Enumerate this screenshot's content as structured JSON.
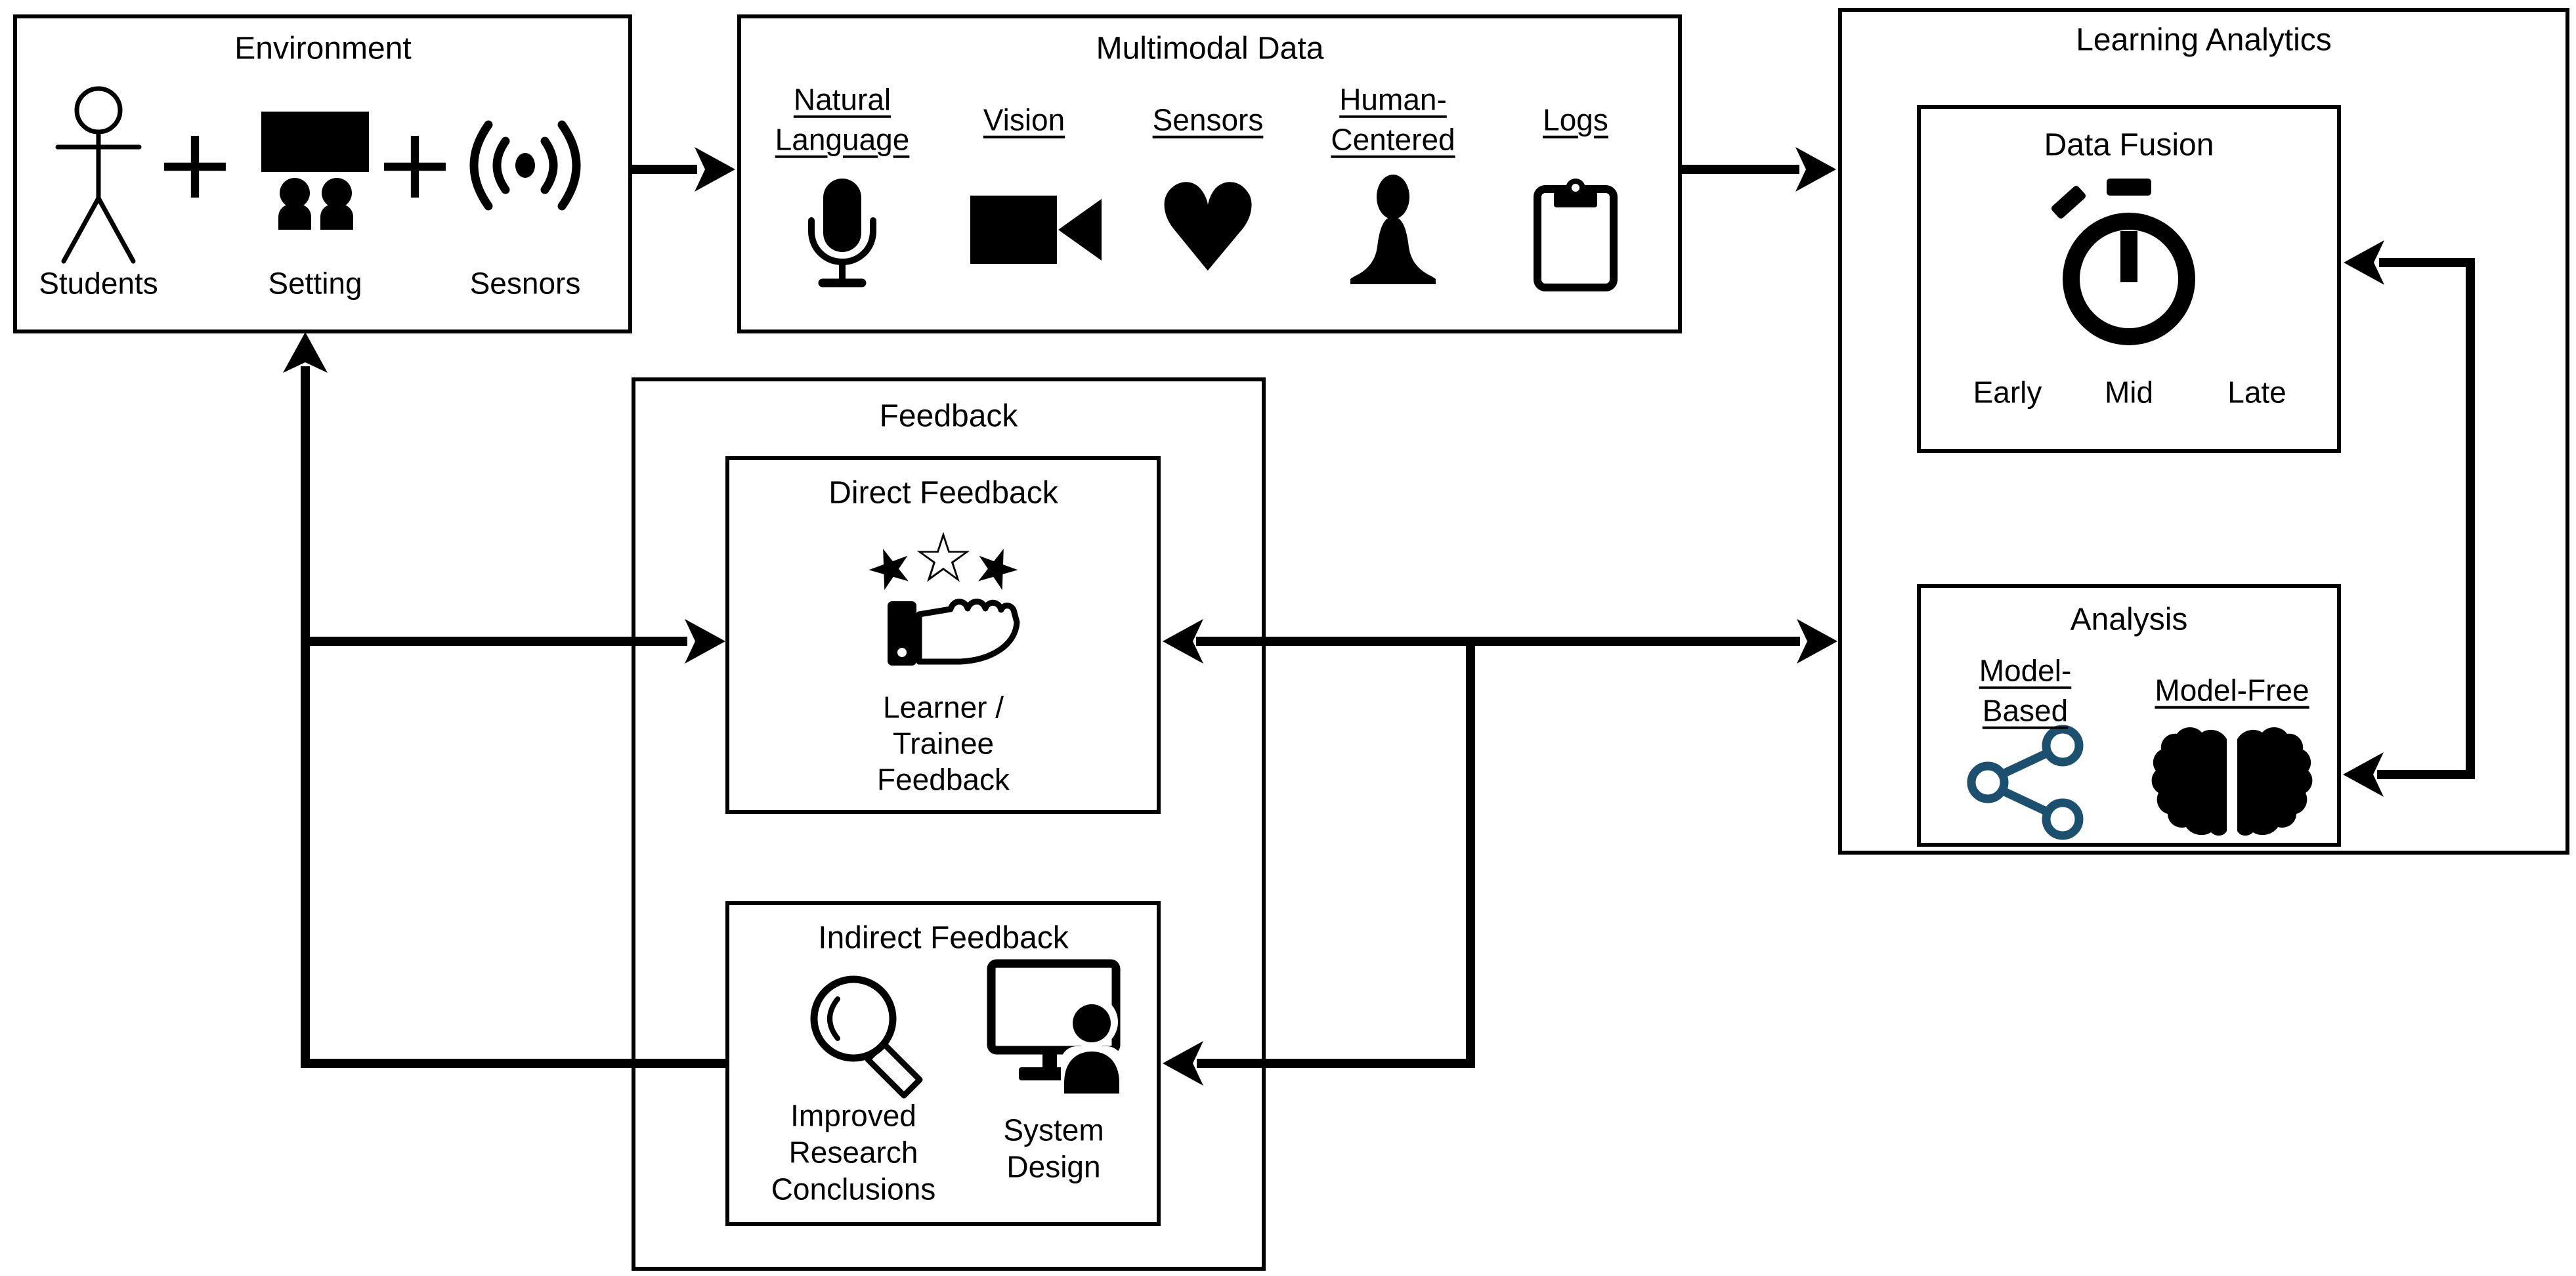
{
  "diagram": {
    "environment": {
      "title": "Environment",
      "students_label": "Students",
      "setting_label": "Setting",
      "sensors_label": "Sesnors"
    },
    "multimodal_data": {
      "title": "Multimodal Data",
      "modalities": [
        {
          "lines": [
            "Natural",
            "Language"
          ],
          "icon": "microphone-icon"
        },
        {
          "lines": [
            "Vision"
          ],
          "icon": "video-camera-icon"
        },
        {
          "lines": [
            "Sensors"
          ],
          "icon": "heart-icon"
        },
        {
          "lines": [
            "Human-",
            "Centered"
          ],
          "icon": "person-icon"
        },
        {
          "lines": [
            "Logs"
          ],
          "icon": "clipboard-icon"
        }
      ]
    },
    "learning_analytics": {
      "title": "Learning Analytics",
      "data_fusion": {
        "title": "Data Fusion",
        "stages": [
          "Early",
          "Mid",
          "Late"
        ],
        "icon": "stopwatch-icon"
      },
      "analysis": {
        "title": "Analysis",
        "model_based_lines": [
          "Model-",
          "Based"
        ],
        "model_free_label": "Model-Free",
        "model_based_icon": "network-share-icon",
        "model_free_icon": "brain-icon"
      }
    },
    "feedback": {
      "title": "Feedback",
      "direct": {
        "title": "Direct Feedback",
        "caption_lines": [
          "Learner /",
          "Trainee",
          "Feedback"
        ],
        "icon": "hand-with-stars-icon"
      },
      "indirect": {
        "title": "Indirect Feedback",
        "research_caption_lines": [
          "Improved",
          "Research",
          "Conclusions"
        ],
        "system_caption_lines": [
          "System",
          "Design"
        ],
        "icons": [
          "magnifier-icon",
          "monitor-user-icon"
        ]
      }
    }
  },
  "glyphs": {
    "plus": "+",
    "heart": "♥",
    "star_filled": "★",
    "star_outline": "☆"
  },
  "colors": {
    "ink": "#000000",
    "model_based_accent": "#1d4f6e",
    "background": "#ffffff"
  }
}
